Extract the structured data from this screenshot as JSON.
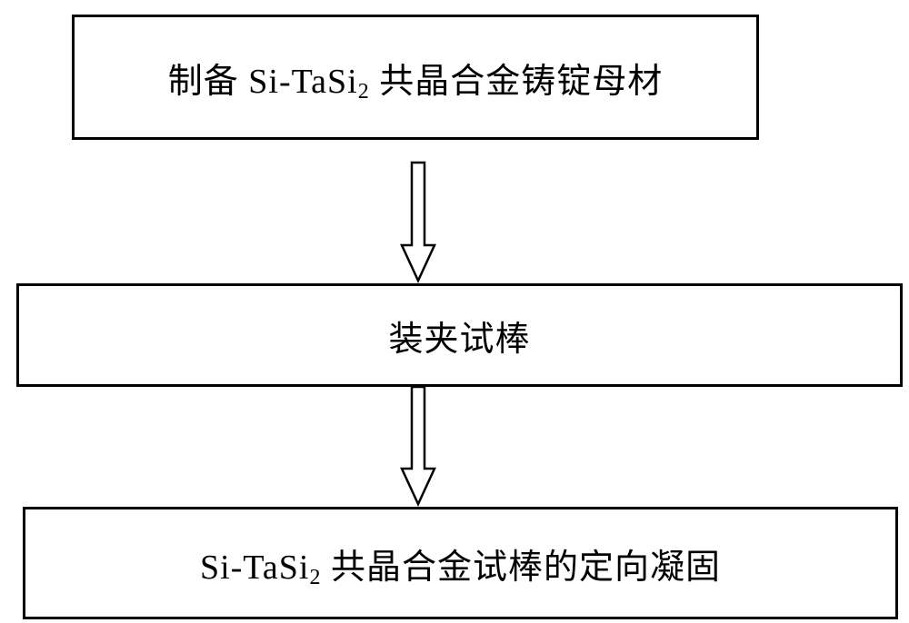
{
  "steps": [
    {
      "text_before": "制备 Si-TaSi",
      "subscript": "2",
      "text_after": " 共晶合金铸锭母材"
    },
    {
      "text": "装夹试棒"
    },
    {
      "text_before": "Si-TaSi",
      "subscript": "2",
      "text_after": " 共晶合金试棒的定向凝固"
    }
  ],
  "colors": {
    "stroke": "#000000",
    "fill": "#ffffff"
  }
}
